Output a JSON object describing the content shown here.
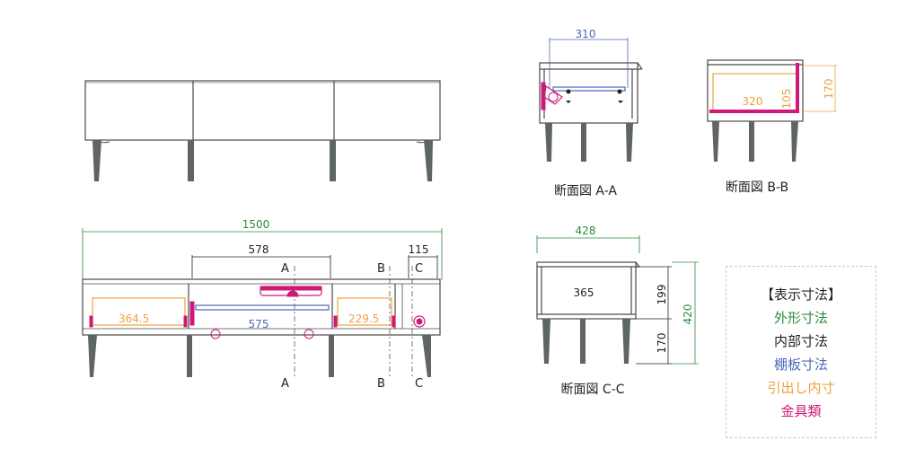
{
  "colors": {
    "outline": "#4a4a4a",
    "external": "#2e8b3c",
    "internal": "#222222",
    "shelf": "#4a69b4",
    "drawer": "#f0a040",
    "hardware": "#d0187a",
    "leg": "#5f6464"
  },
  "front": {
    "top_dims": []
  },
  "plan": {
    "width_label": "1500",
    "inner_label": "578",
    "c_label": "115",
    "left_drawer_label": "364.5",
    "shelf_label": "575",
    "right_drawer_label": "229.5",
    "sec_a": "A",
    "sec_b": "B",
    "sec_c": "C"
  },
  "sections": {
    "aa": {
      "title": "断面図 A-A",
      "width": "310"
    },
    "bb": {
      "title": "断面図 B-B",
      "depth": "320",
      "inner_h": "105",
      "outer_h": "170"
    },
    "cc": {
      "title": "断面図 C-C",
      "width": "428",
      "inner_d": "365",
      "body_h": "199",
      "leg_h": "170",
      "total_h": "420"
    }
  },
  "legend": {
    "title": "【表示寸法】",
    "external": "外形寸法",
    "internal": "内部寸法",
    "shelf": "棚板寸法",
    "drawer": "引出し内寸",
    "hardware": "金具類"
  }
}
